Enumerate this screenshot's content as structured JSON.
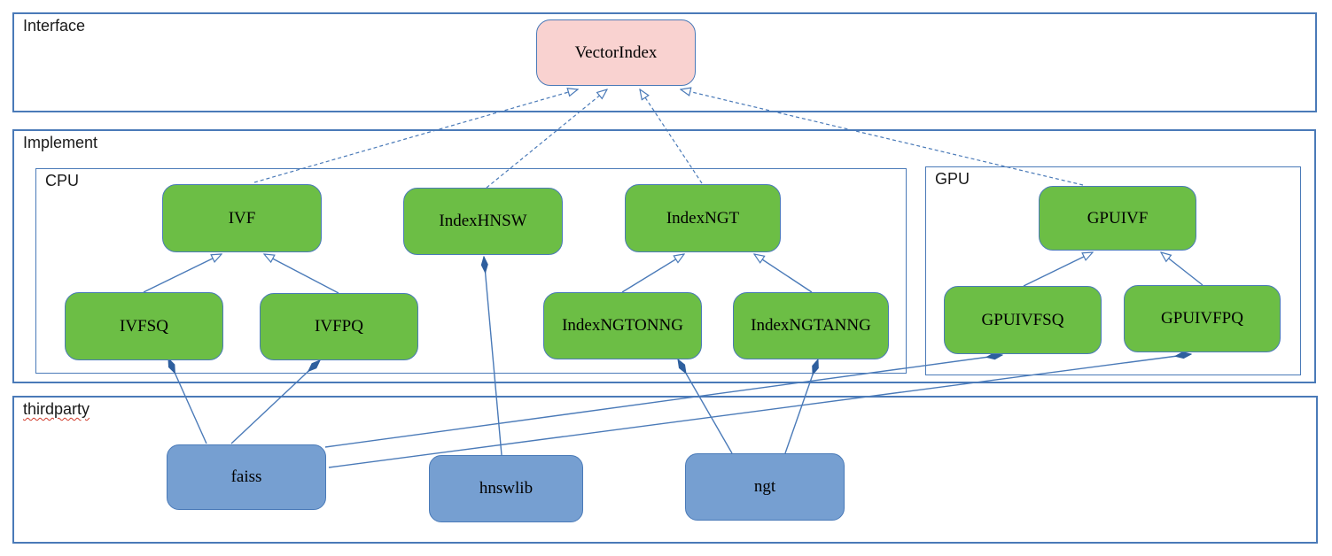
{
  "sections": {
    "interface": {
      "label": "Interface"
    },
    "implement": {
      "label": "Implement"
    },
    "cpu": {
      "label": "CPU"
    },
    "gpu": {
      "label": "GPU"
    },
    "thirdparty": {
      "label": "thirdparty"
    }
  },
  "nodes": {
    "vectorindex": {
      "label": "VectorIndex",
      "kind": "interface"
    },
    "ivf": {
      "label": "IVF",
      "kind": "cpu-class"
    },
    "indexhnsw": {
      "label": "IndexHNSW",
      "kind": "cpu-class"
    },
    "indexngt": {
      "label": "IndexNGT",
      "kind": "cpu-class"
    },
    "ivfsq": {
      "label": "IVFSQ",
      "kind": "cpu-class"
    },
    "ivfpq": {
      "label": "IVFPQ",
      "kind": "cpu-class"
    },
    "indexngtonng": {
      "label": "IndexNGTONNG",
      "kind": "cpu-class"
    },
    "indexngtanng": {
      "label": "IndexNGTANNG",
      "kind": "cpu-class"
    },
    "gpuivf": {
      "label": "GPUIVF",
      "kind": "gpu-class"
    },
    "gpuivfsq": {
      "label": "GPUIVFSQ",
      "kind": "gpu-class"
    },
    "gpuivfpq": {
      "label": "GPUIVFPQ",
      "kind": "gpu-class"
    },
    "faiss": {
      "label": "faiss",
      "kind": "thirdparty-lib"
    },
    "hnswlib": {
      "label": "hnswlib",
      "kind": "thirdparty-lib"
    },
    "ngt": {
      "label": "ngt",
      "kind": "thirdparty-lib"
    }
  },
  "edges": [
    {
      "from": "IVF",
      "to": "VectorIndex",
      "type": "realization-dashed-hollow-arrow"
    },
    {
      "from": "IndexHNSW",
      "to": "VectorIndex",
      "type": "realization-dashed-hollow-arrow"
    },
    {
      "from": "IndexNGT",
      "to": "VectorIndex",
      "type": "realization-dashed-hollow-arrow"
    },
    {
      "from": "GPUIVF",
      "to": "VectorIndex",
      "type": "realization-dashed-hollow-arrow"
    },
    {
      "from": "IVFSQ",
      "to": "IVF",
      "type": "generalization-hollow-arrow"
    },
    {
      "from": "IVFPQ",
      "to": "IVF",
      "type": "generalization-hollow-arrow"
    },
    {
      "from": "IndexNGTONNG",
      "to": "IndexNGT",
      "type": "generalization-hollow-arrow"
    },
    {
      "from": "IndexNGTANNG",
      "to": "IndexNGT",
      "type": "generalization-hollow-arrow"
    },
    {
      "from": "GPUIVFSQ",
      "to": "GPUIVF",
      "type": "generalization-hollow-arrow"
    },
    {
      "from": "GPUIVFPQ",
      "to": "GPUIVF",
      "type": "generalization-hollow-arrow"
    },
    {
      "from": "IndexHNSW",
      "to": "hnswlib",
      "type": "composition-filled-diamond"
    },
    {
      "from": "IVFSQ",
      "to": "faiss",
      "type": "composition-filled-diamond"
    },
    {
      "from": "IVFPQ",
      "to": "faiss",
      "type": "composition-filled-diamond"
    },
    {
      "from": "IndexNGTONNG",
      "to": "ngt",
      "type": "composition-filled-diamond"
    },
    {
      "from": "IndexNGTANNG",
      "to": "ngt",
      "type": "composition-filled-diamond"
    },
    {
      "from": "GPUIVFSQ",
      "to": "faiss",
      "type": "composition-filled-diamond"
    },
    {
      "from": "GPUIVFPQ",
      "to": "faiss",
      "type": "composition-filled-diamond"
    }
  ],
  "colors": {
    "line_blue": "#4a7ab8",
    "diamond_blue": "#2e5f9e",
    "class_green": "#6cbe45",
    "library_blue": "#769fd1",
    "interface_pink": "#f9d2d0",
    "section_border_blue": "#4a7ab8",
    "label_text": "#1a1a1a",
    "node_text": "#000000",
    "spellcheck_red": "#d03a2a"
  }
}
